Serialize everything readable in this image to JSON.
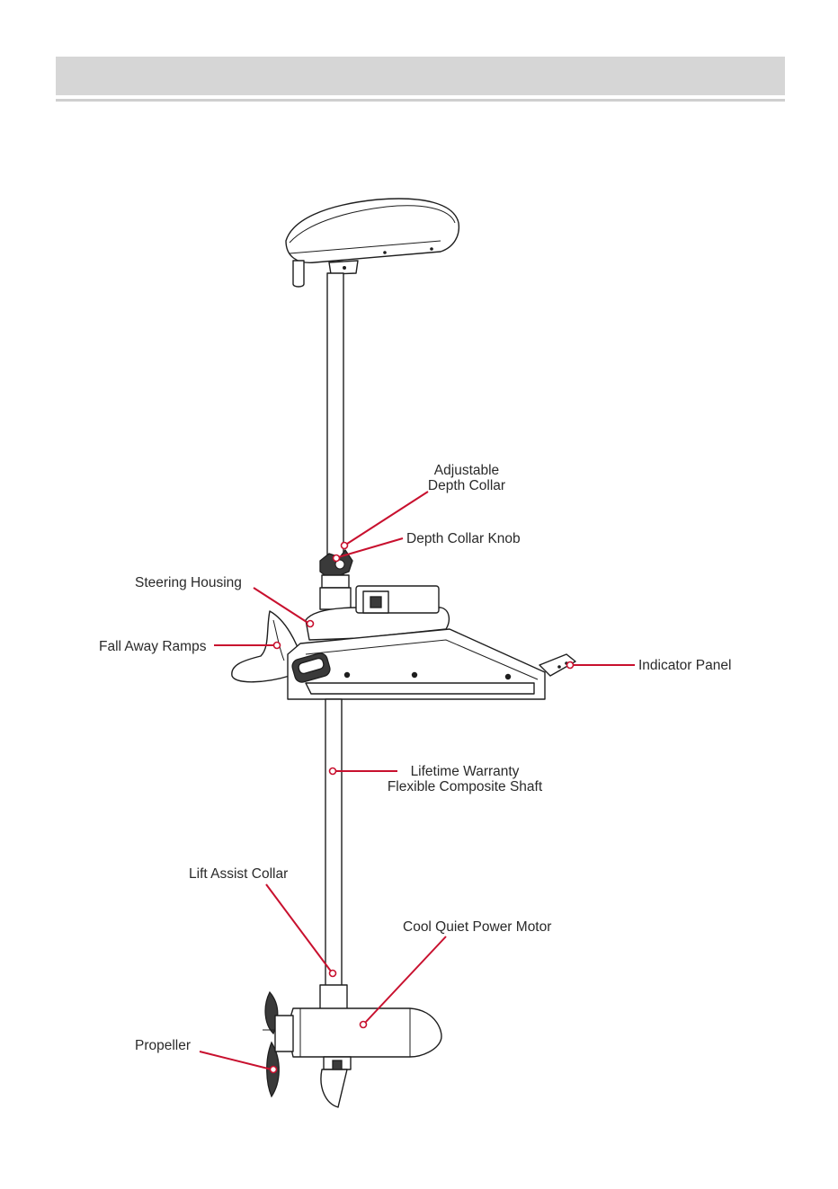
{
  "header": {
    "title": ""
  },
  "labels": {
    "adjustable_depth_collar_line1": "Adjustable",
    "adjustable_depth_collar_line2": "Depth Collar",
    "depth_collar_knob": "Depth Collar Knob",
    "steering_housing": "Steering Housing",
    "fall_away_ramps": "Fall Away Ramps",
    "indicator_panel": "Indicator Panel",
    "shaft_line1": "Lifetime Warranty",
    "shaft_line2": "Flexible Composite Shaft",
    "lift_assist_collar": "Lift Assist Collar",
    "motor": "Cool Quiet Power Motor",
    "propeller": "Propeller"
  },
  "colors": {
    "leader": "#c8102e",
    "header_bar": "#d6d6d6",
    "text": "#2a2a2a"
  }
}
